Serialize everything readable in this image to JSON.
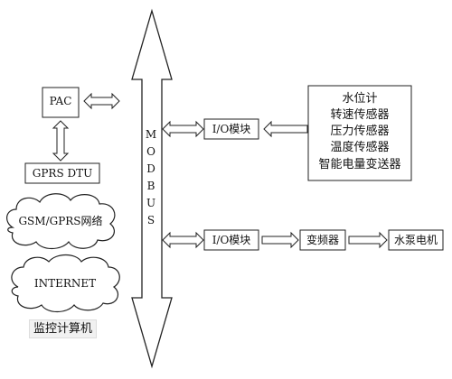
{
  "nodes": {
    "pac": "PAC",
    "gprs_dtu": "GPRS DTU",
    "gsm_cloud": "GSM/GPRS网络",
    "internet_cloud": "INTERNET",
    "monitor_pc": "监控计算机",
    "bus": "MODBUS",
    "io_module_1": "I/O模块",
    "io_module_2": "I/O模块",
    "inverter": "变频器",
    "pump_motor": "水泵电机"
  },
  "sensors": [
    "水位计",
    "转速传感器",
    "压力传感器",
    "温度传感器",
    "智能电量变送器"
  ],
  "colors": {
    "line": "#222222",
    "fill": "#ffffff"
  }
}
